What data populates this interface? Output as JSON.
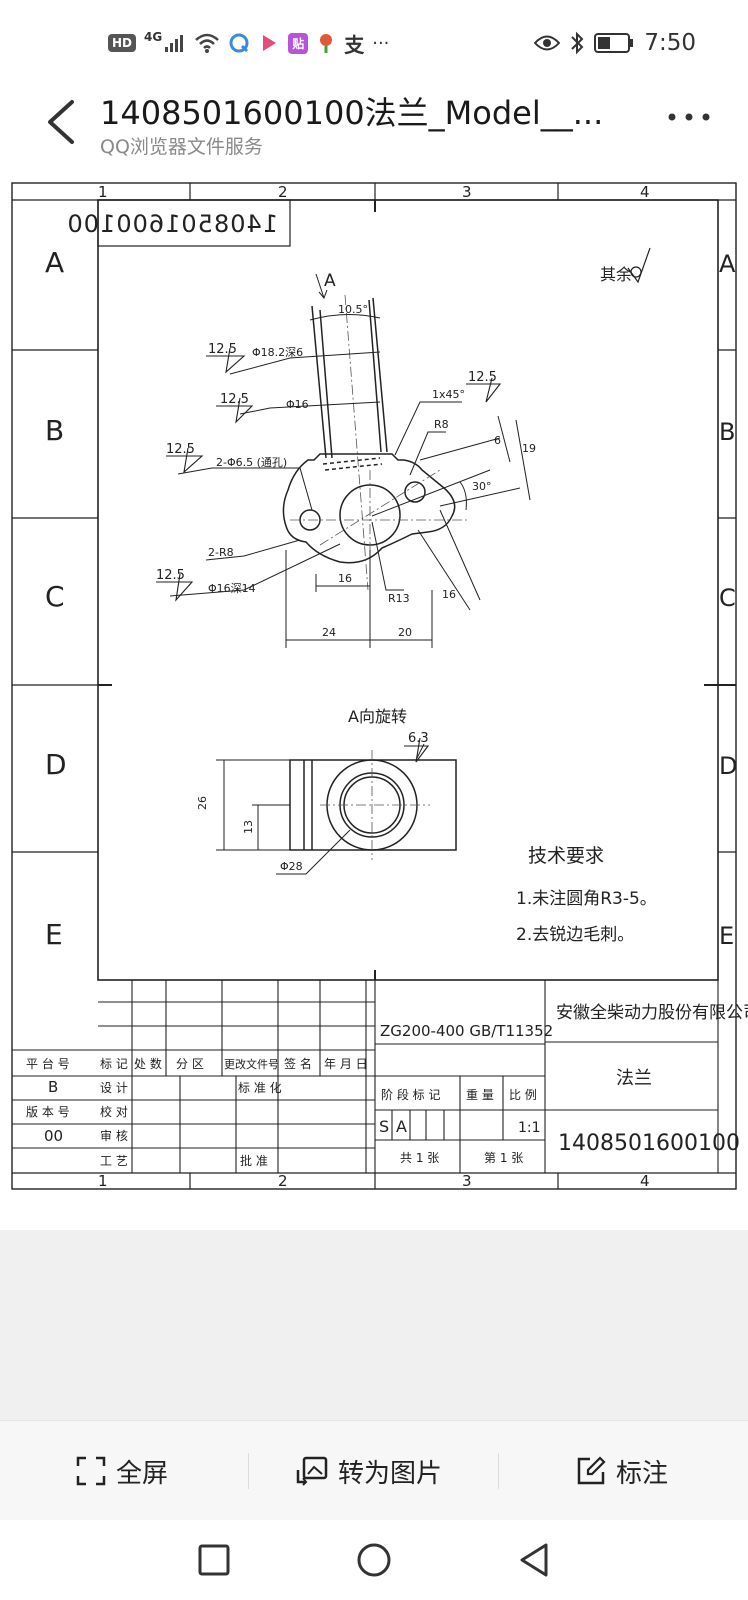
{
  "status_bar": {
    "hd_label": "HD",
    "network_label": "4G",
    "app_badge": "贴",
    "alipay_char": "支",
    "more_dots": "···",
    "time": "7:50"
  },
  "header": {
    "title": "1408501600100法兰_Model__...",
    "subtitle": "QQ浏览器文件服务"
  },
  "drawing": {
    "zone_numbers": [
      "1",
      "2",
      "3",
      "4"
    ],
    "zone_letters": [
      "A",
      "B",
      "C",
      "D",
      "E"
    ],
    "mirrored_number": "1408501600100",
    "view_label_a": "A",
    "rest_finish": "其余",
    "dims": {
      "angle_top": "10.5°",
      "dia_18": "Φ18.2深6",
      "dia_16": "Φ16",
      "chamfer": "1x45°",
      "r8": "R8",
      "dim_6": "6",
      "dim_19": "19",
      "angle_30": "30°",
      "holes": "2-Φ6.5 (通孔)",
      "r8_two": "2-R8",
      "dia_16_deep": "Φ16深14",
      "dim_16a": "16",
      "r13": "R13",
      "dim_16b": "16",
      "dim_24": "24",
      "dim_20": "20",
      "dim_26": "26",
      "dim_13": "13",
      "dia_28": "Φ28"
    },
    "roughness": [
      "12.5",
      "12.5",
      "12.5",
      "12.5",
      "12.5"
    ],
    "roughness_63": "6.3",
    "section_label": "A向旋转",
    "tech_title": "技术要求",
    "tech_items": [
      "1.未注圆角R3-5。",
      "2.去锐边毛刺。"
    ]
  },
  "title_block": {
    "material": "ZG200-400 GB/T11352",
    "company": "安徽全柴动力股份有限公司",
    "part_name": "法兰",
    "drawing_no": "1408501600100",
    "sheet_info": "共 1 张",
    "sheet_no": "第 1 张",
    "stage_label": "阶 段 标 记",
    "weight_label": "重 量",
    "scale_label": "比 例",
    "stage_s": "S",
    "stage_a": "A",
    "scale": "1:1",
    "rev_headers": [
      "标 记",
      "处 数",
      "分 区",
      "更改文件号",
      "签 名",
      "年 月 日"
    ],
    "platform_label": "平 台 号",
    "platform_value": "B",
    "version_label": "版 本 号",
    "version_value": "00",
    "design": "设 计",
    "check": "校 对",
    "review": "审 核",
    "process": "工 艺",
    "standard": "标 准 化",
    "approve": "批 准"
  },
  "toolbar": {
    "fullscreen": "全屏",
    "to_image": "转为图片",
    "annotate": "标注"
  }
}
